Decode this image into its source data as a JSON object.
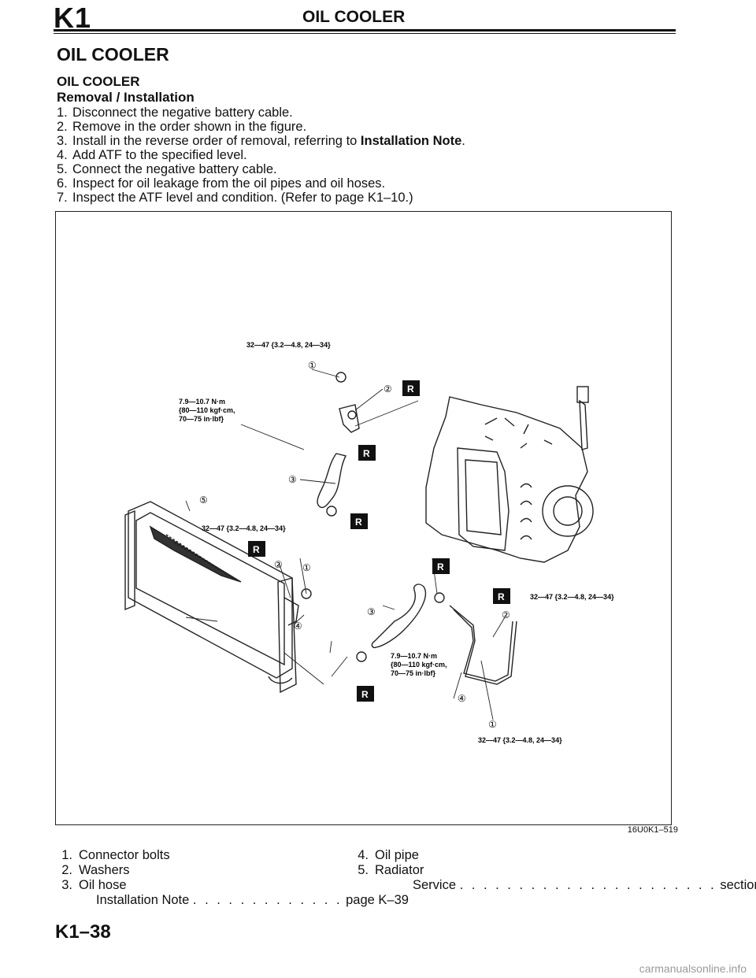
{
  "header": {
    "code": "K1",
    "title": "OIL COOLER"
  },
  "section_title": "OIL COOLER",
  "subsection": {
    "title": "OIL COOLER",
    "subtitle": "Removal / Installation"
  },
  "steps": [
    {
      "num": "1.",
      "text": "Disconnect the negative battery cable."
    },
    {
      "num": "2.",
      "text": "Remove in the order shown in the figure."
    },
    {
      "num": "3.",
      "text_before": "Install in the reverse order of removal, referring to ",
      "bold": "Installation Note",
      "text_after": "."
    },
    {
      "num": "4.",
      "text": "Add ATF to the specified level."
    },
    {
      "num": "5.",
      "text": "Connect the negative battery cable."
    },
    {
      "num": "6.",
      "text": "Inspect for oil leakage from the oil pipes and oil hoses."
    },
    {
      "num": "7.",
      "text": "Inspect the ATF level and condition. (Refer to page K1–10.)"
    }
  ],
  "figure": {
    "code": "16U0K1–519",
    "torque_a": "32—47 {3.2—4.8, 24—34}",
    "torque_b_lines": [
      "7.9—10.7 N·m",
      "{80—110 kgf·cm,",
      "70—75 in·lbf}"
    ],
    "replace_mark": "R",
    "callouts": [
      "①",
      "②",
      "③",
      "④",
      "⑤"
    ]
  },
  "legend": {
    "left": [
      {
        "num": "1.",
        "text": "Connector bolts"
      },
      {
        "num": "2.",
        "text": "Washers"
      },
      {
        "num": "3.",
        "text": "Oil hose"
      }
    ],
    "left_sub": {
      "text": "Installation Note",
      "dots": ". . . . . . . . . . . . .",
      "ref": "page K–39"
    },
    "right": [
      {
        "num": "4.",
        "text": "Oil pipe"
      },
      {
        "num": "5.",
        "text": "Radiator"
      }
    ],
    "right_sub": {
      "text": "Service",
      "dots": ". . . . . . . . . . . . . . . . . . . . . .",
      "ref": "section E"
    }
  },
  "page_number": "K1–38",
  "watermark": "carmanualsonline.info"
}
